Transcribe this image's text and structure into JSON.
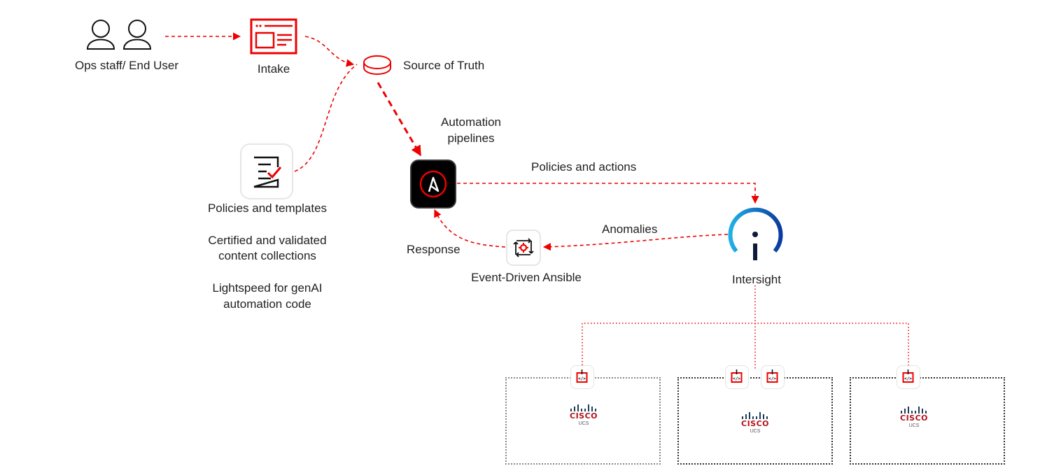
{
  "colors": {
    "accent_red": "#ee0000",
    "text": "#1f1f1f",
    "intersight_light": "#1fb1e6",
    "intersight_dark": "#0a3aa0",
    "cisco_red": "#b5121b",
    "cisco_blue": "#1d3c5a"
  },
  "nodes": {
    "users": {
      "label": "Ops  staff/ End User",
      "icon": "users-icon"
    },
    "intake": {
      "label": "Intake",
      "icon": "form-window-icon"
    },
    "source_of_truth": {
      "label": "Source of Truth",
      "icon": "database-icon"
    },
    "policies": {
      "label": "Policies and templates",
      "icon": "checklist-icon",
      "notes": [
        {
          "line1": "Certified and validated",
          "line2": "content collections"
        },
        {
          "line1": "Lightspeed for genAI",
          "line2": "automation code"
        }
      ]
    },
    "automation": {
      "label_line1": "Automation",
      "label_line2": "pipelines",
      "icon": "ansible-icon"
    },
    "eda": {
      "label": "Event-Driven Ansible",
      "icon": "event-driven-icon"
    },
    "intersight": {
      "label": "Intersight",
      "icon": "intersight-icon"
    }
  },
  "edges": {
    "policies_actions": "Policies and actions",
    "anomalies": "Anomalies",
    "response": "Response"
  },
  "clusters": [
    {
      "brand": "CISCO",
      "product": "UCS",
      "agents": 1
    },
    {
      "brand": "CISCO",
      "product": "UCS",
      "agents": 2
    },
    {
      "brand": "CISCO",
      "product": "UCS",
      "agents": 1
    }
  ]
}
